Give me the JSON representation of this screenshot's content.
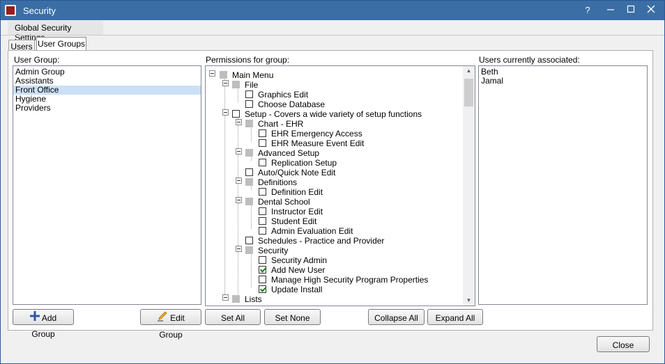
{
  "window": {
    "title": "Security"
  },
  "menu": {
    "global_security_settings": "Global Security Settings"
  },
  "titlebar": {
    "help": "?"
  },
  "tabs": [
    {
      "label": "Users"
    },
    {
      "label": "User Groups"
    }
  ],
  "user_group": {
    "label": "User Group:",
    "items": [
      {
        "label": "Admin Group"
      },
      {
        "label": "Assistants"
      },
      {
        "label": "Front Office",
        "selected": true
      },
      {
        "label": "Hygiene"
      },
      {
        "label": "Providers"
      }
    ]
  },
  "permissions": {
    "label": "Permissions for group:",
    "tree": [
      {
        "label": "Main Menu",
        "state": "grey"
      },
      {
        "label": "File",
        "state": "grey"
      },
      {
        "label": "Graphics Edit",
        "state": "unchecked"
      },
      {
        "label": "Choose Database",
        "state": "unchecked"
      },
      {
        "label": "Setup - Covers a wide variety of setup functions",
        "state": "unchecked"
      },
      {
        "label": "Chart - EHR",
        "state": "grey"
      },
      {
        "label": "EHR Emergency Access",
        "state": "unchecked"
      },
      {
        "label": "EHR Measure Event Edit",
        "state": "unchecked"
      },
      {
        "label": "Advanced Setup",
        "state": "grey"
      },
      {
        "label": "Replication Setup",
        "state": "unchecked"
      },
      {
        "label": "Auto/Quick Note Edit",
        "state": "unchecked"
      },
      {
        "label": "Definitions",
        "state": "grey"
      },
      {
        "label": "Definition Edit",
        "state": "unchecked"
      },
      {
        "label": "Dental School",
        "state": "grey"
      },
      {
        "label": "Instructor Edit",
        "state": "unchecked"
      },
      {
        "label": "Student Edit",
        "state": "unchecked"
      },
      {
        "label": "Admin Evaluation Edit",
        "state": "unchecked"
      },
      {
        "label": "Schedules - Practice and Provider",
        "state": "unchecked"
      },
      {
        "label": "Security",
        "state": "grey"
      },
      {
        "label": "Security Admin",
        "state": "unchecked"
      },
      {
        "label": "Add New User",
        "state": "checked"
      },
      {
        "label": "Manage High Security Program Properties",
        "state": "unchecked"
      },
      {
        "label": "Update Install",
        "state": "checked"
      },
      {
        "label": "Lists",
        "state": "grey"
      }
    ]
  },
  "users_associated": {
    "label": "Users currently associated:",
    "items": [
      {
        "label": "Beth"
      },
      {
        "label": "Jamal"
      }
    ]
  },
  "buttons": {
    "add_group": "Add Group",
    "edit_group": "Edit Group",
    "set_all": "Set All",
    "set_none": "Set None",
    "collapse_all": "Collapse All",
    "expand_all": "Expand All",
    "close": "Close"
  }
}
